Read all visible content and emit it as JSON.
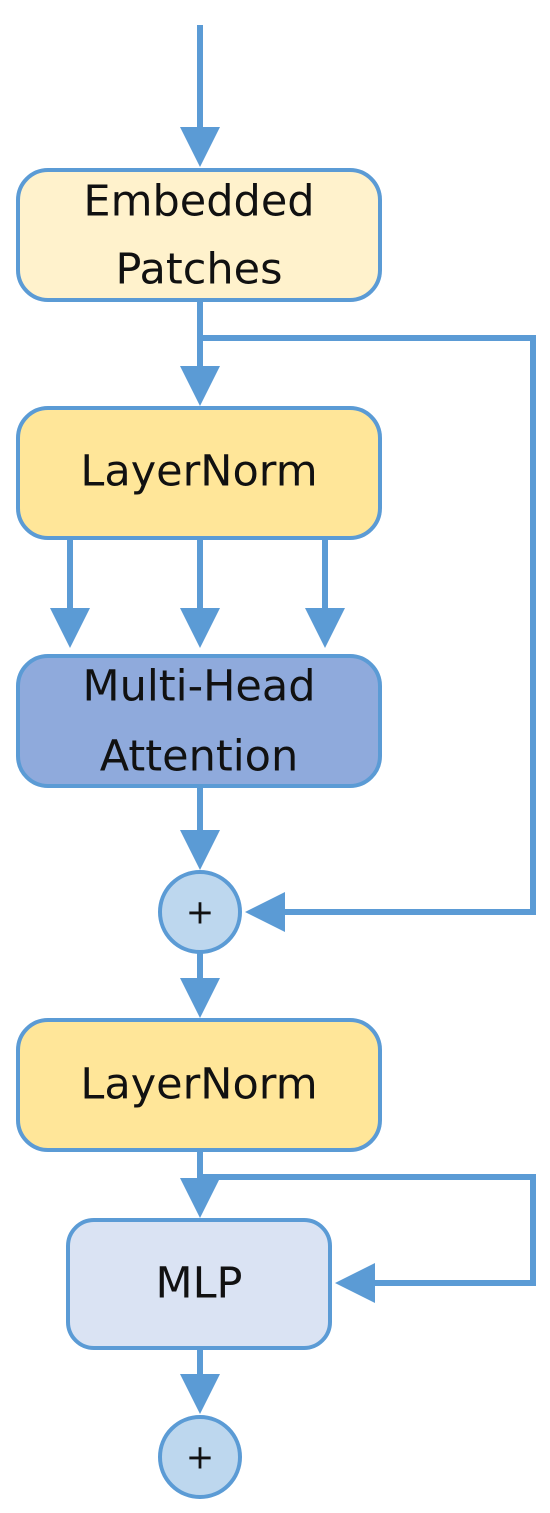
{
  "blocks": {
    "embedded_patches": {
      "line1": "Embedded",
      "line2": "Patches"
    },
    "layernorm_1": {
      "label": "LayerNorm"
    },
    "attention": {
      "line1": "Multi-Head",
      "line2": "Attention"
    },
    "add_1": {
      "label": "+"
    },
    "layernorm_2": {
      "label": "LayerNorm"
    },
    "mlp": {
      "label": "MLP"
    },
    "add_2": {
      "label": "+"
    }
  },
  "colors": {
    "connector": "#5b9bd5",
    "embedded_patches_fill": "#fff2cc",
    "layernorm_fill": "#ffe699",
    "attention_fill": "#8faadc",
    "mlp_fill": "#dae3f3",
    "add_node_fill": "#bdd7ee"
  }
}
